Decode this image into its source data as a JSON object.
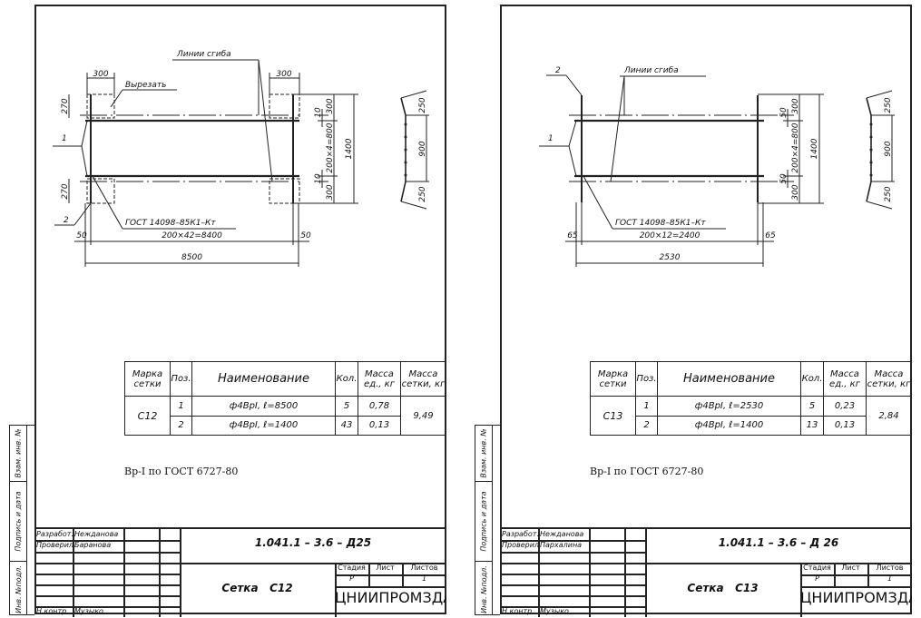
{
  "sheets": [
    {
      "drawing": {
        "bend_lines": "Линии сгиба",
        "cut": "Вырезать",
        "leader_1": "1",
        "leader_2": "2",
        "gost": "ГОСТ 14098–85К1–Кт",
        "dims": {
          "top_left": "300",
          "top_right": "300",
          "left_top": "270",
          "left_bottom": "270",
          "small_top": "10",
          "small_bottom": "10",
          "seg_top": "300",
          "seg_bottom": "300",
          "mid": "200×4=800",
          "total_h": "1400",
          "profile_top": "250",
          "profile_mid": "900",
          "profile_bottom": "250",
          "bottom_left": "50",
          "bottom_mid": "200×42=8400",
          "bottom_right": "50",
          "overall": "8500"
        }
      },
      "table": {
        "headers": [
          "Марка сетки",
          "Поз.",
          "Наименование",
          "Кол.",
          "Масса ед., кг",
          "Масса сетки, кг"
        ],
        "mark": "С12",
        "rows": [
          {
            "pos": "1",
            "name": "ф4ВрI, ℓ=8500",
            "qty": "5",
            "unit_mass": "0,78"
          },
          {
            "pos": "2",
            "name": "ф4ВрI, ℓ=1400",
            "qty": "43",
            "unit_mass": "0,13"
          }
        ],
        "total": "9,49"
      },
      "note": "Вр-I по ГОСТ 6727-80",
      "title_block": {
        "developed_label": "Разработ.",
        "developed_name": "Нежданова",
        "checked_label": "Проверил",
        "checked_name": "Баранова",
        "norm_label": "Н.контр.",
        "norm_name": "Музыко",
        "code": "1.041.1 – 3.6 – Д25",
        "title": "Сетка   С12",
        "stage_label": "Стадия",
        "sheet_label": "Лист",
        "sheets_label": "Листов",
        "stage": "Р",
        "sheets": "1",
        "org": "ЦНИИПРОМЗДАНИЙ"
      },
      "side_strip": {
        "inv": "Инв. №подл.",
        "sign": "Подпись и дата",
        "replace": "Взам. инв. №"
      }
    },
    {
      "drawing": {
        "bend_lines": "Линии сгиба",
        "leader_1": "1",
        "leader_2": "2",
        "gost": "ГОСТ 14098–85К1–Кт",
        "dims": {
          "small_top": "50",
          "small_bottom": "50",
          "seg_top": "300",
          "seg_bottom": "300",
          "mid": "200×4=800",
          "total_h": "1400",
          "profile_top": "250",
          "profile_mid": "900",
          "profile_bottom": "250",
          "bottom_left": "65",
          "bottom_mid": "200×12=2400",
          "bottom_right": "65",
          "overall": "2530"
        }
      },
      "table": {
        "headers": [
          "Марка сетки",
          "Поз.",
          "Наименование",
          "Кол.",
          "Масса ед., кг",
          "Масса сетки, кг"
        ],
        "mark": "С13",
        "rows": [
          {
            "pos": "1",
            "name": "ф4ВрI, ℓ=2530",
            "qty": "5",
            "unit_mass": "0,23"
          },
          {
            "pos": "2",
            "name": "ф4ВрI, ℓ=1400",
            "qty": "13",
            "unit_mass": "0,13"
          }
        ],
        "total": "2,84"
      },
      "note": "Вр-I по ГОСТ 6727-80",
      "title_block": {
        "developed_label": "Разработ.",
        "developed_name": "Нежданова",
        "checked_label": "Проверил",
        "checked_name": "Пархалина",
        "norm_label": "Н.контр.",
        "norm_name": "Музыко",
        "code": "1.041.1 – 3.6 – Д 26",
        "title": "Сетка   С13",
        "stage_label": "Стадия",
        "sheet_label": "Лист",
        "sheets_label": "Листов",
        "stage": "Р",
        "sheets": "1",
        "org": "ЦНИИПРОМЗДАНИЙ"
      },
      "side_strip": {
        "inv": "Инв. №подл.",
        "sign": "Подпись и дата",
        "replace": "Взам. инв. №"
      }
    }
  ]
}
